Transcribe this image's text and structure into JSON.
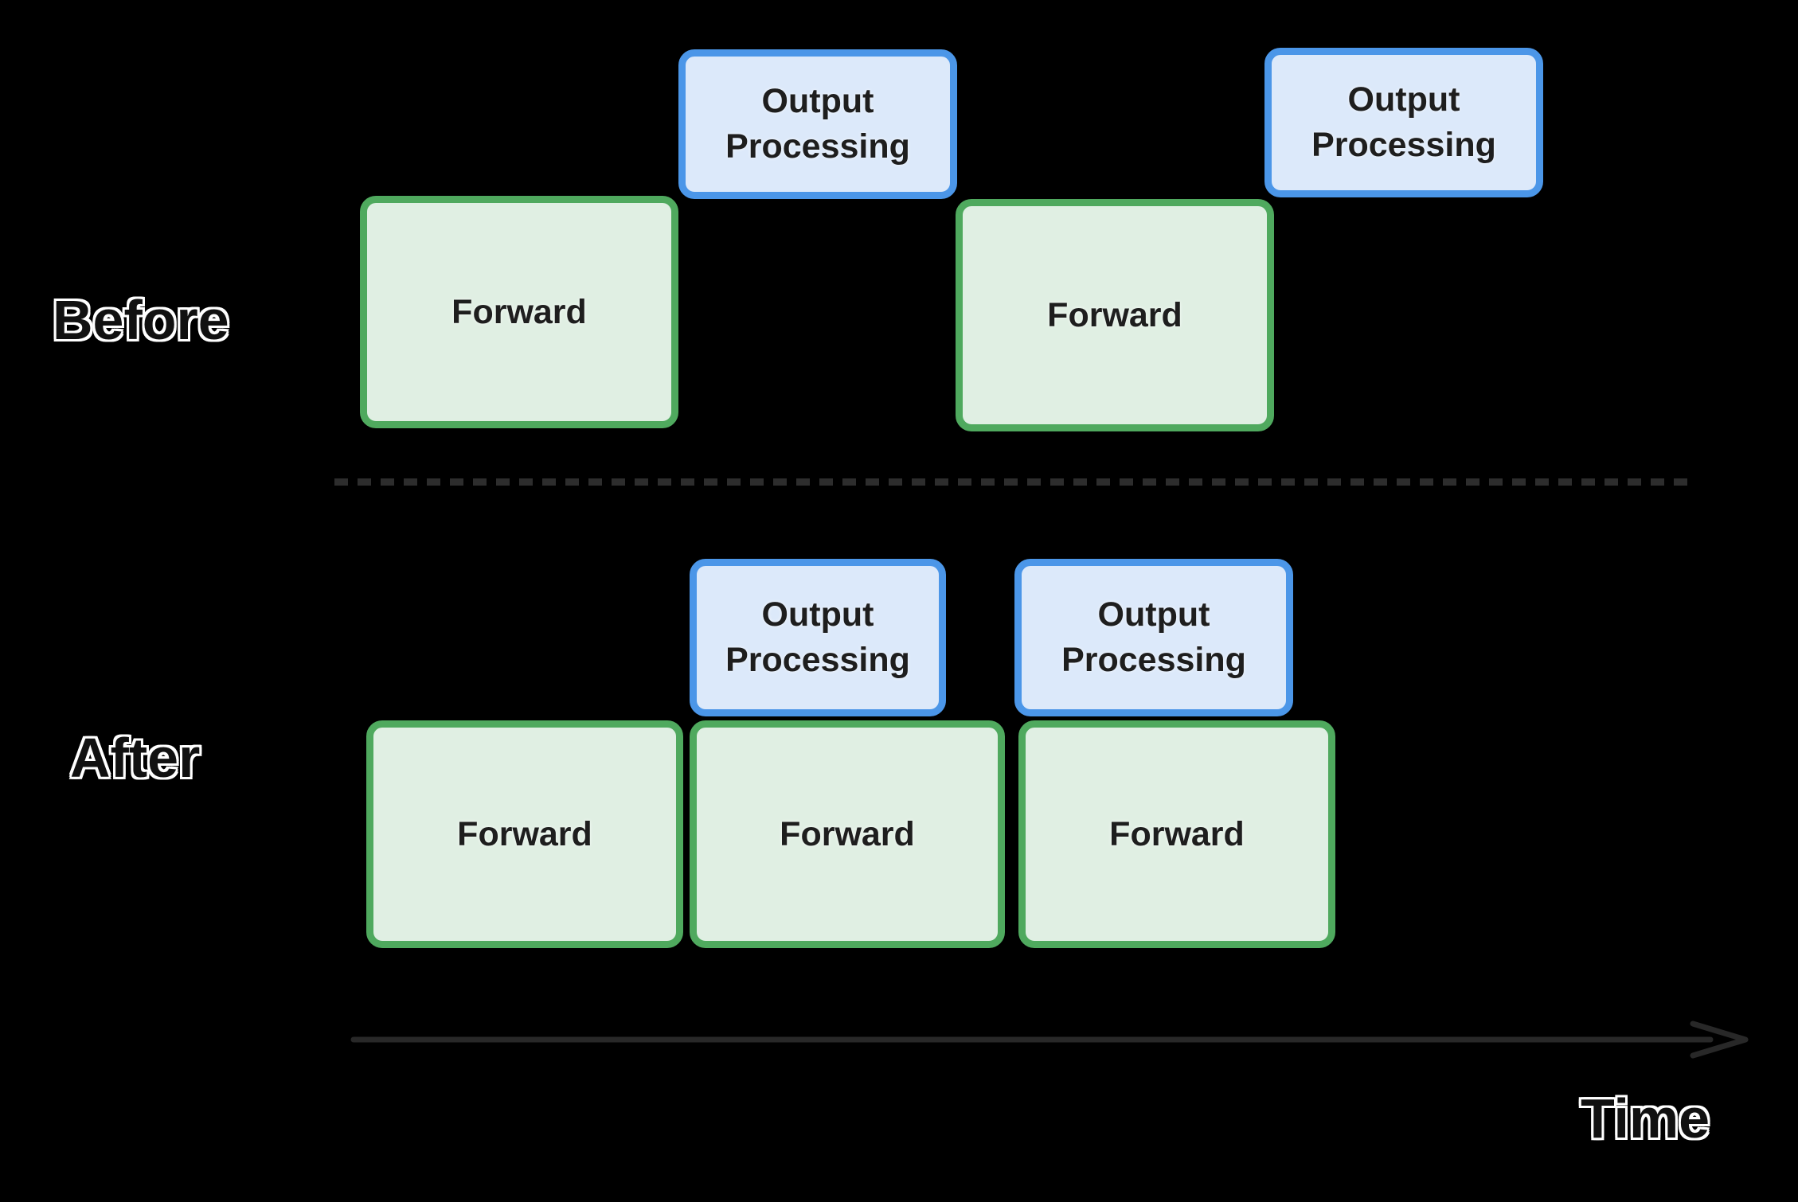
{
  "sections": {
    "before": {
      "label": "Before",
      "boxes": [
        {
          "kind": "forward",
          "label": "Forward"
        },
        {
          "kind": "output",
          "label": "Output Processing"
        },
        {
          "kind": "forward",
          "label": "Forward"
        },
        {
          "kind": "output",
          "label": "Output Processing"
        }
      ]
    },
    "after": {
      "label": "After",
      "boxes": [
        {
          "kind": "output",
          "label": "Output Processing"
        },
        {
          "kind": "output",
          "label": "Output Processing"
        },
        {
          "kind": "forward",
          "label": "Forward"
        },
        {
          "kind": "forward",
          "label": "Forward"
        },
        {
          "kind": "forward",
          "label": "Forward"
        }
      ]
    }
  },
  "axis": {
    "label": "Time"
  },
  "colors": {
    "background": "#000000",
    "forward_fill": "#e0efe3",
    "forward_border": "#4fa95e",
    "output_fill": "#dce9fa",
    "output_border": "#4b96e8",
    "divider": "#2d2d2d",
    "arrow": "#282828",
    "box_text": "#1e1e1e",
    "label_text": "#111111",
    "label_outline": "#ffffff"
  }
}
